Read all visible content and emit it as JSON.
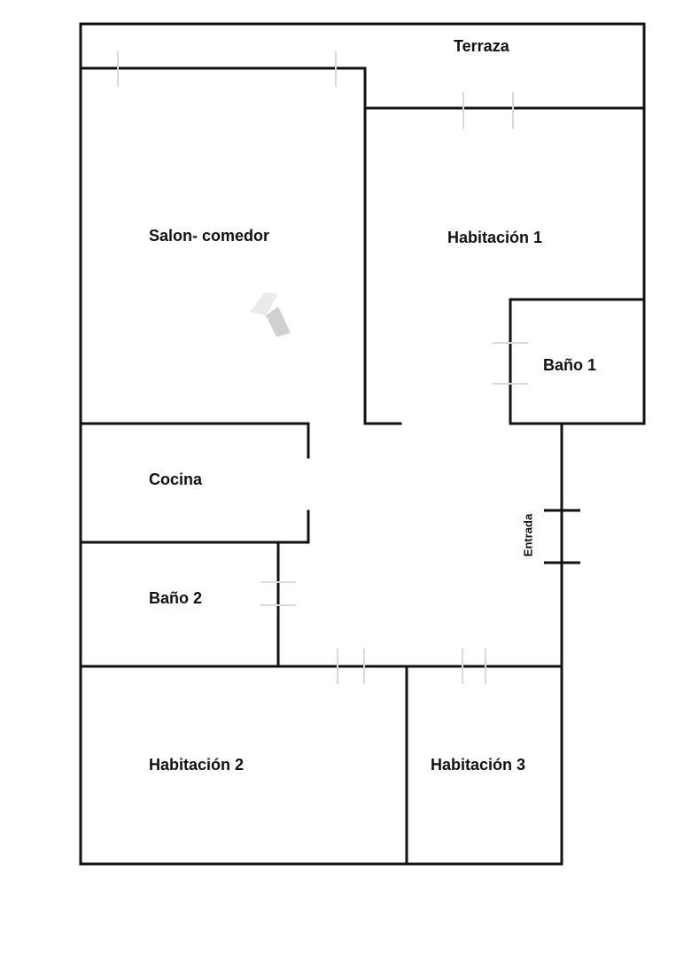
{
  "rooms": {
    "terraza": "Terraza",
    "salon_comedor": "Salon- comedor",
    "habitacion_1": "Habitación 1",
    "bano_1": "Baño 1",
    "cocina": "Cocina",
    "bano_2": "Baño 2",
    "habitacion_2": "Habitación 2",
    "habitacion_3": "Habitación 3"
  },
  "entrance_label": "Entrada",
  "colors": {
    "wall": "#111111",
    "door_mark": "#d9d9d9",
    "background": "#ffffff"
  }
}
